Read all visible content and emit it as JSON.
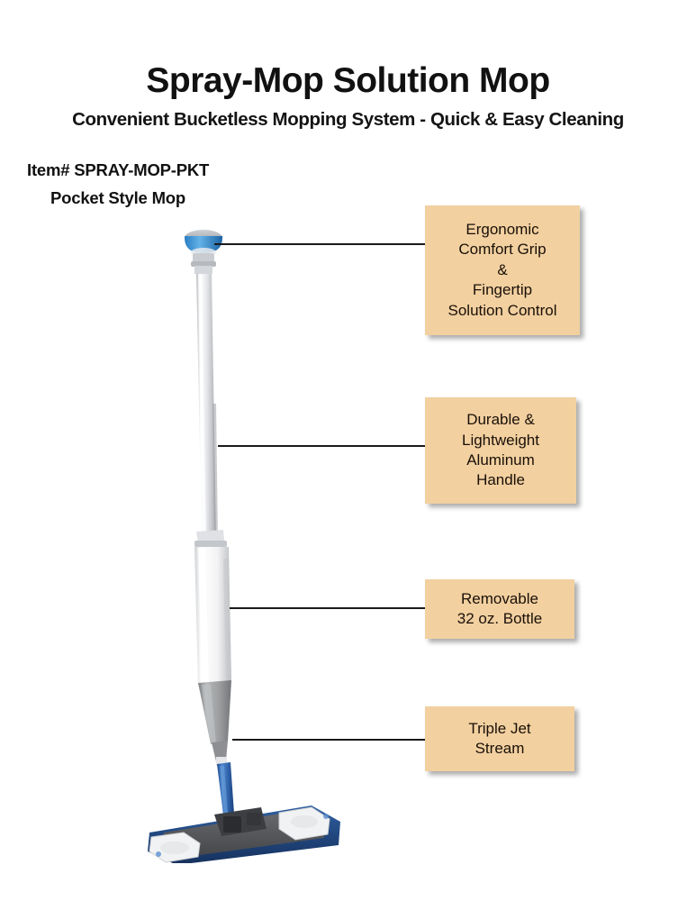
{
  "header": {
    "title": "Spray-Mop Solution Mop",
    "subtitle": "Convenient Bucketless Mopping System - Quick & Easy Cleaning",
    "item_number": "Item# SPRAY-MOP-PKT",
    "item_style": "Pocket Style Mop"
  },
  "callouts": [
    {
      "id": "grip",
      "name": "ergonomic-comfort-grip-callout",
      "lines": [
        "Ergonomic",
        "Comfort Grip",
        "&",
        "Fingertip",
        "Solution Control"
      ]
    },
    {
      "id": "handle",
      "name": "aluminum-handle-callout",
      "lines": [
        "Durable &",
        "Lightweight",
        "Aluminum",
        "Handle"
      ]
    },
    {
      "id": "bottle",
      "name": "removable-bottle-callout",
      "lines": [
        "Removable",
        "32 oz. Bottle"
      ]
    },
    {
      "id": "jet",
      "name": "triple-jet-stream-callout",
      "lines": [
        "Triple Jet",
        "Stream"
      ]
    }
  ],
  "product_image": {
    "alt": "Pocket style spray mop with aluminum handle, removable bottle and microfiber flat mop head",
    "parts": {
      "grip_knob": "ergonomic comfort grip knob",
      "handle_shaft": "aluminum handle shaft",
      "bottle": "removable 32 oz solution bottle",
      "sprayer": "triple jet stream sprayer",
      "mop_head": "pocket style microfiber mop head"
    }
  },
  "colors": {
    "callout_fill": "#F2D0A0",
    "leader_line": "#1a1a1a",
    "text": "#111111",
    "background": "#ffffff",
    "mop_blue": "#2f5fa8",
    "grip_blue": "#2f86d0",
    "handle_silver": "#d8dade",
    "bottle_white": "#f2f2f2",
    "bottle_gray": "#98999b",
    "pad_charcoal": "#55575a"
  }
}
